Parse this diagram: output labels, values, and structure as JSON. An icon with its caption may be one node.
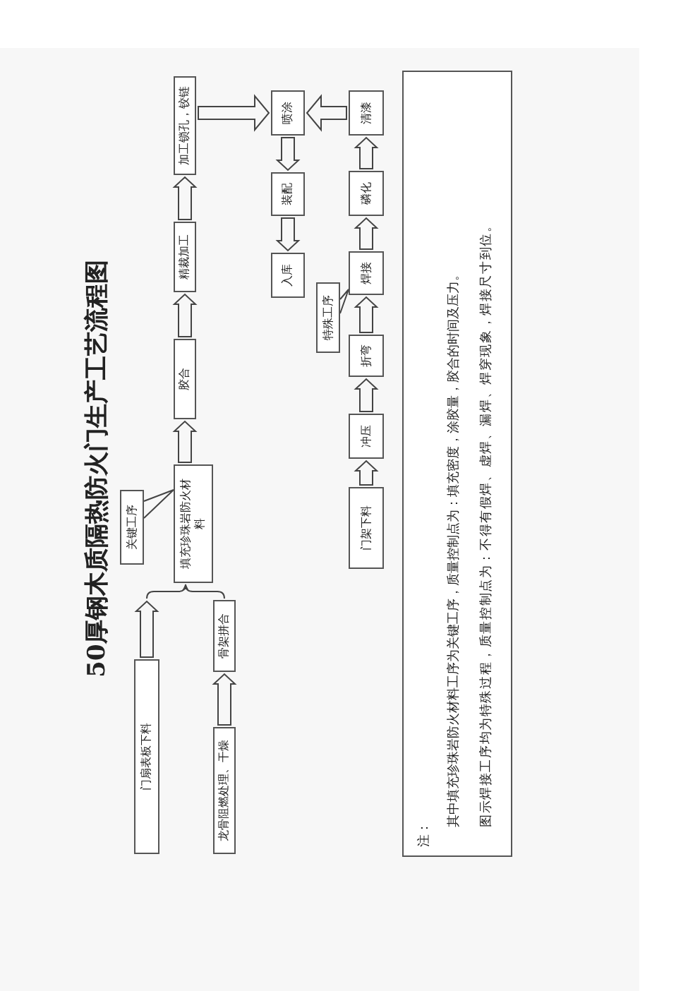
{
  "diagram": {
    "title": "50厚钢木质隔热防火门生产工艺流程图",
    "nodes": [
      {
        "text": [
          "门扇表板下料"
        ]
      },
      {
        "text": [
          "关键工序"
        ]
      },
      {
        "text": [
          "填充珍珠岩防火材料"
        ]
      },
      {
        "text": [
          "胶合"
        ]
      },
      {
        "text": [
          "精裁加工"
        ]
      },
      {
        "text": [
          "加工锁孔，铰链"
        ]
      },
      {
        "text": [
          "龙骨阻燃处理、干燥"
        ]
      },
      {
        "text": [
          "骨架拼合"
        ]
      },
      {
        "text": [
          "入库"
        ]
      },
      {
        "text": [
          "装配"
        ]
      },
      {
        "text": [
          "喷涂"
        ]
      },
      {
        "text": [
          "特殊工序"
        ]
      },
      {
        "text": [
          "门架下料"
        ]
      },
      {
        "text": [
          "冲压"
        ]
      },
      {
        "text": [
          "折弯"
        ]
      },
      {
        "text": [
          "焊接"
        ]
      },
      {
        "text": [
          "磷化"
        ]
      },
      {
        "text": [
          "清漆"
        ]
      },
      {
        "text": [
          "注：",
          "其中填充珍珠岩防火材料工序为关键工序，质量控制点为：填充密度，涂胶量，胶合的时间及压力。",
          "图示焊接工序均为特殊过程，质量控制点为：不得有假焊、虚焊、漏焊、焊穿现象，焊接尺寸到位。"
        ]
      }
    ],
    "edges": [
      {
        "from": 0,
        "to": 2,
        "arrow": "to"
      },
      {
        "from": 7,
        "to": 2,
        "arrow": "none"
      },
      {
        "from": 6,
        "to": 7,
        "arrow": "to"
      },
      {
        "from": 1,
        "to": 2,
        "arrow": "none"
      },
      {
        "from": 2,
        "to": 3,
        "arrow": "to"
      },
      {
        "from": 3,
        "to": 4,
        "arrow": "to"
      },
      {
        "from": 4,
        "to": 5,
        "arrow": "to"
      },
      {
        "from": 5,
        "to": 10,
        "arrow": "to"
      },
      {
        "from": 17,
        "to": 10,
        "arrow": "to"
      },
      {
        "from": 10,
        "to": 9,
        "arrow": "to"
      },
      {
        "from": 9,
        "to": 8,
        "arrow": "to"
      },
      {
        "from": 12,
        "to": 13,
        "arrow": "to"
      },
      {
        "from": 13,
        "to": 14,
        "arrow": "to"
      },
      {
        "from": 14,
        "to": 15,
        "arrow": "to"
      },
      {
        "from": 15,
        "to": 16,
        "arrow": "to"
      },
      {
        "from": 16,
        "to": 17,
        "arrow": "to"
      },
      {
        "from": 11,
        "to": 15,
        "arrow": "none"
      }
    ]
  }
}
